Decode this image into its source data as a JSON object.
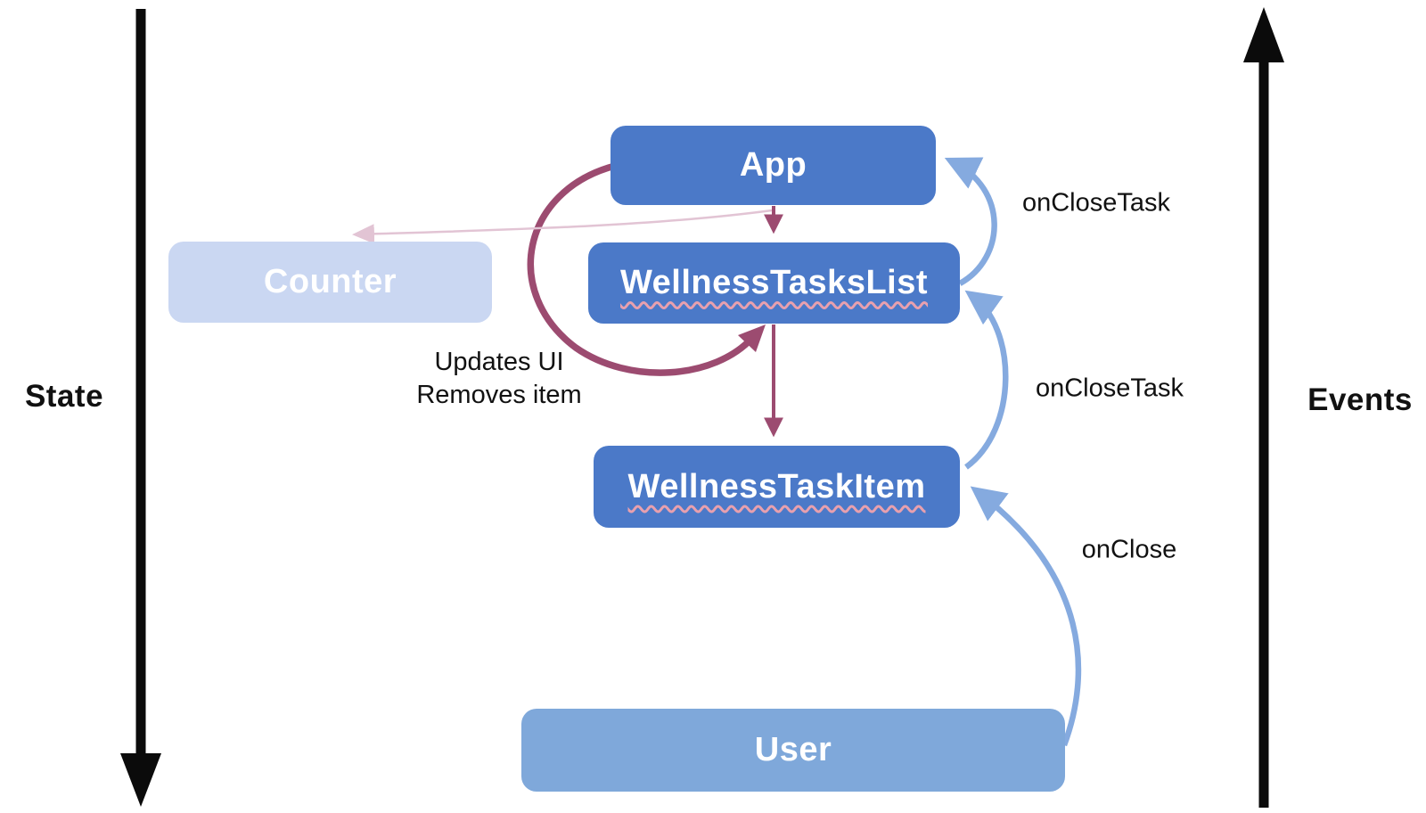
{
  "diagram": {
    "axes": {
      "state": "State",
      "events": "Events"
    },
    "components": {
      "app": "App",
      "counter": "Counter",
      "tasks_list": "WellnessTasksList",
      "task_item": "WellnessTaskItem",
      "user": "User"
    },
    "edges": {
      "tasks_list_to_app": "onCloseTask",
      "task_item_to_tasks_list": "onCloseTask",
      "user_to_task_item": "onClose",
      "app_loop_note_line1": "Updates UI",
      "app_loop_note_line2": "Removes item"
    },
    "colors": {
      "component_fill": "#4b79c8",
      "component_faded_fill": "#cad7f2",
      "user_fill": "#7fa8da",
      "event_arrow": "#85aadf",
      "state_arrow": "#9c4b70",
      "state_arrow_faded": "#e2c4d4",
      "axis_arrow": "#0b0b0b",
      "label_text": "#111111",
      "box_text": "#ffffff",
      "squiggle": "#e8a0ae",
      "page_bg": "#ffffff"
    }
  }
}
